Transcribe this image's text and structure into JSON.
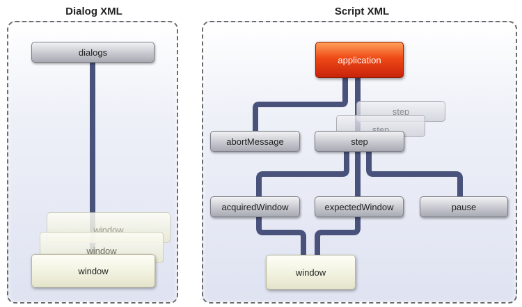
{
  "dialog_panel": {
    "title": "Dialog XML",
    "root": "dialogs",
    "windows": [
      "window",
      "window",
      "window"
    ]
  },
  "script_panel": {
    "title": "Script XML",
    "root": "application",
    "abort": "abortMessage",
    "steps": [
      "step",
      "step",
      "step"
    ],
    "acquired": "acquiredWindow",
    "expected": "expectedWindow",
    "pause": "pause",
    "window": "window"
  },
  "colors": {
    "wire": "#49527a",
    "root_accent": "#e2421a"
  }
}
